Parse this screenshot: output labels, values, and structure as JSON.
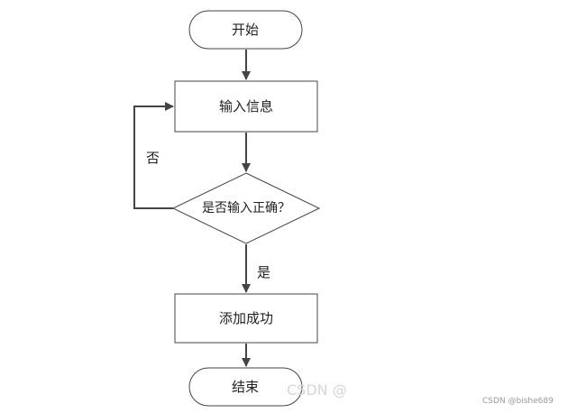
{
  "diagram": {
    "nodes": {
      "start": "开始",
      "input": "输入信息",
      "decision": "是否输入正确？",
      "success": "添加成功",
      "end": "结束"
    },
    "edges": {
      "no_label": "否",
      "yes_label": "是"
    }
  },
  "watermark": {
    "main_text": "CSDN @",
    "corner_text": "CSDN @bishe689"
  }
}
